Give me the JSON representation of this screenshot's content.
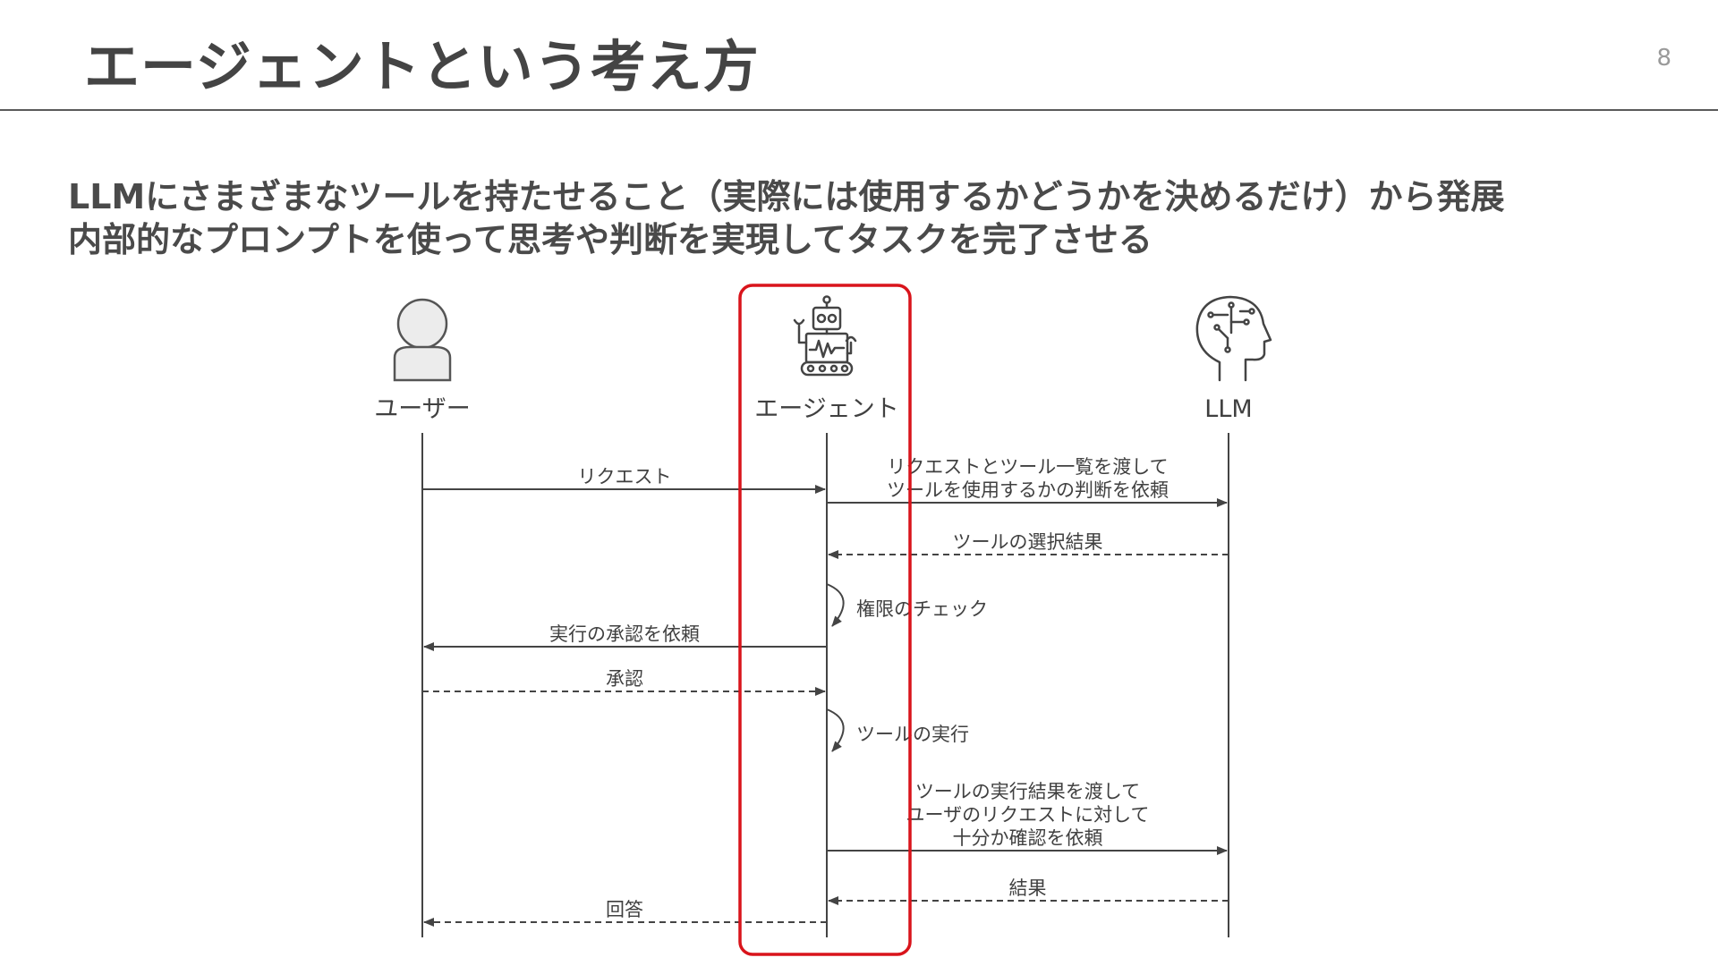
{
  "slide": {
    "title": "エージェントという考え方",
    "page_number": "8",
    "subtitle_lines": [
      "LLMにさまざまなツールを持たせること（実際には使用するかどうかを決めるだけ）から発展",
      "内部的なプロンプトを使って思考や判断を実現してタスクを完了させる"
    ]
  },
  "diagram": {
    "actors": [
      {
        "label": "ユーザー",
        "icon": "person-icon"
      },
      {
        "label": "エージェント",
        "icon": "robot-icon"
      },
      {
        "label": "LLM",
        "icon": "brain-head-icon"
      }
    ],
    "messages": [
      {
        "from": 0,
        "to": 1,
        "style": "solid",
        "lines": [
          "リクエスト"
        ]
      },
      {
        "from": 1,
        "to": 2,
        "style": "solid",
        "lines": [
          "リクエストとツール一覧を渡して",
          "ツールを使用するかの判断を依頼"
        ]
      },
      {
        "from": 2,
        "to": 1,
        "style": "dashed",
        "lines": [
          "ツールの選択結果"
        ]
      },
      {
        "from": 1,
        "to": 1,
        "style": "self",
        "lines": [
          "権限のチェック"
        ]
      },
      {
        "from": 1,
        "to": 0,
        "style": "solid",
        "lines": [
          "実行の承認を依頼"
        ]
      },
      {
        "from": 0,
        "to": 1,
        "style": "dashed",
        "lines": [
          "承認"
        ]
      },
      {
        "from": 1,
        "to": 1,
        "style": "self",
        "lines": [
          "ツールの実行"
        ]
      },
      {
        "from": 1,
        "to": 2,
        "style": "solid",
        "lines": [
          "ツールの実行結果を渡して",
          "ユーザのリクエストに対して",
          "十分か確認を依頼"
        ]
      },
      {
        "from": 2,
        "to": 1,
        "style": "dashed",
        "lines": [
          "結果"
        ]
      },
      {
        "from": 1,
        "to": 0,
        "style": "dashed",
        "lines": [
          "回答"
        ]
      }
    ],
    "highlight_color": "#d9141b",
    "line_color": "#444444"
  }
}
